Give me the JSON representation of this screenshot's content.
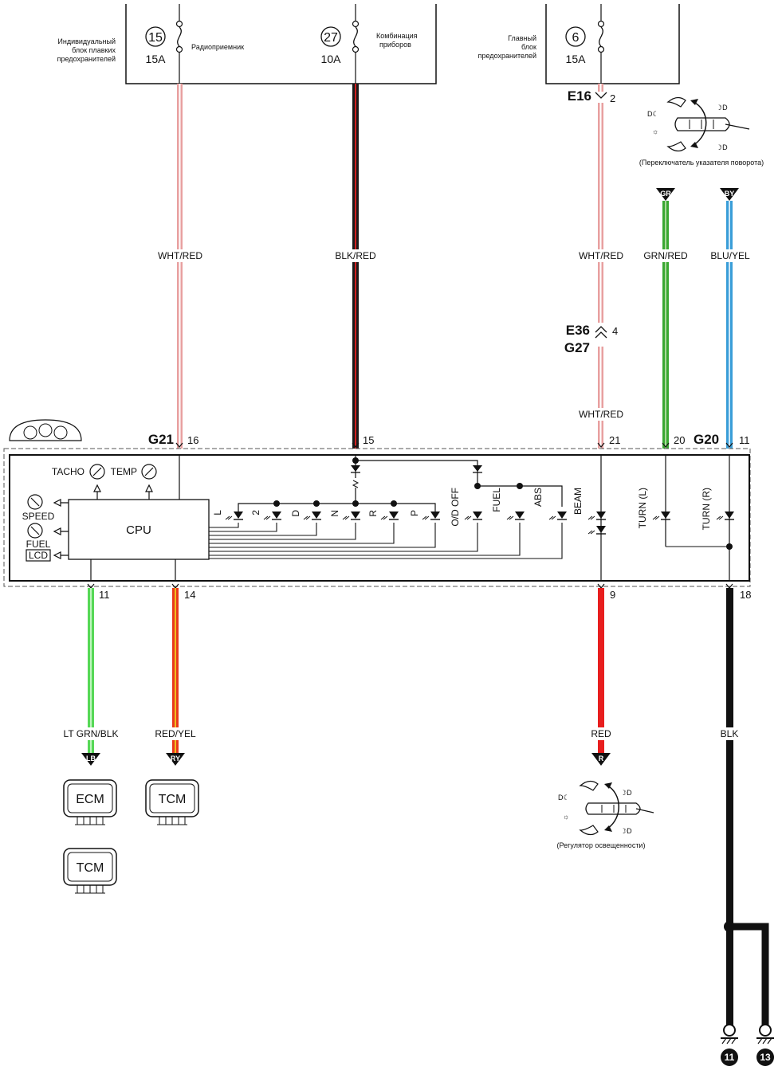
{
  "fuse_boxes": {
    "individual": {
      "label_lines": [
        "Индивидуальный",
        "блок плавких",
        "предохранителей"
      ],
      "fuses": [
        {
          "number": "15",
          "amps": "15A",
          "circuit": "Радиоприемник"
        },
        {
          "number": "27",
          "amps": "10A",
          "circuit_lines": [
            "Комбинация",
            "приборов"
          ]
        }
      ]
    },
    "main": {
      "label_lines": [
        "Главный",
        "блок",
        "предохранителей"
      ],
      "fuses": [
        {
          "number": "6",
          "amps": "15A"
        }
      ]
    }
  },
  "connectors": {
    "e16": {
      "name": "E16",
      "pin": "2"
    },
    "e36_g27": {
      "name_top": "E36",
      "name_bottom": "G27",
      "pin": "4"
    },
    "g21": {
      "name": "G21",
      "pins": [
        "16",
        "15",
        "21"
      ]
    },
    "g20": {
      "name": "G20",
      "pins": [
        "20",
        "11"
      ]
    },
    "bottom_pins": [
      "11",
      "14",
      "9",
      "18"
    ]
  },
  "wires": {
    "w1": {
      "label": "WHT/RED",
      "color": "#e8a0a0"
    },
    "w2": {
      "label": "BLK/RED",
      "color": "#1a1a1a",
      "stripe": "#d02020"
    },
    "w3_top": {
      "label": "WHT/RED",
      "color": "#e8a0a0"
    },
    "w3_mid": {
      "label": "WHT/RED"
    },
    "w4": {
      "label": "GRN/RED",
      "color": "#3aa832",
      "tag": "GR"
    },
    "w5": {
      "label": "BLU/YEL",
      "color": "#3a9ed8",
      "tag": "BY"
    },
    "w6": {
      "label": "LT GRN/BLK",
      "color": "#56d856",
      "tag": "LB"
    },
    "w7": {
      "label": "RED/YEL",
      "color": "#e83a1e",
      "stripe": "#f0c020",
      "tag": "RY"
    },
    "w8": {
      "label": "RED",
      "color": "#e81e1e",
      "tag": "R"
    },
    "w9": {
      "label": "BLK",
      "color": "#111111"
    }
  },
  "combination_meter": {
    "gauges": [
      "TACHO",
      "TEMP",
      "SPEED",
      "FUEL"
    ],
    "lcd": "LCD",
    "cpu": "CPU",
    "shift_indicators": [
      "L",
      "2",
      "D",
      "N",
      "R",
      "P"
    ],
    "warning_indicators": [
      "O/D OFF",
      "FUEL",
      "ABS",
      "BEAM",
      "TURN (L)",
      "TURN (R)"
    ]
  },
  "switches": {
    "turn_signal": "(Переключатель указателя поворота)",
    "dimmer": "(Регулятор освещенности)"
  },
  "modules": {
    "ecm": "ECM",
    "tcm1": "TCM",
    "tcm2": "TCM"
  },
  "grounds": [
    "11",
    "13"
  ]
}
